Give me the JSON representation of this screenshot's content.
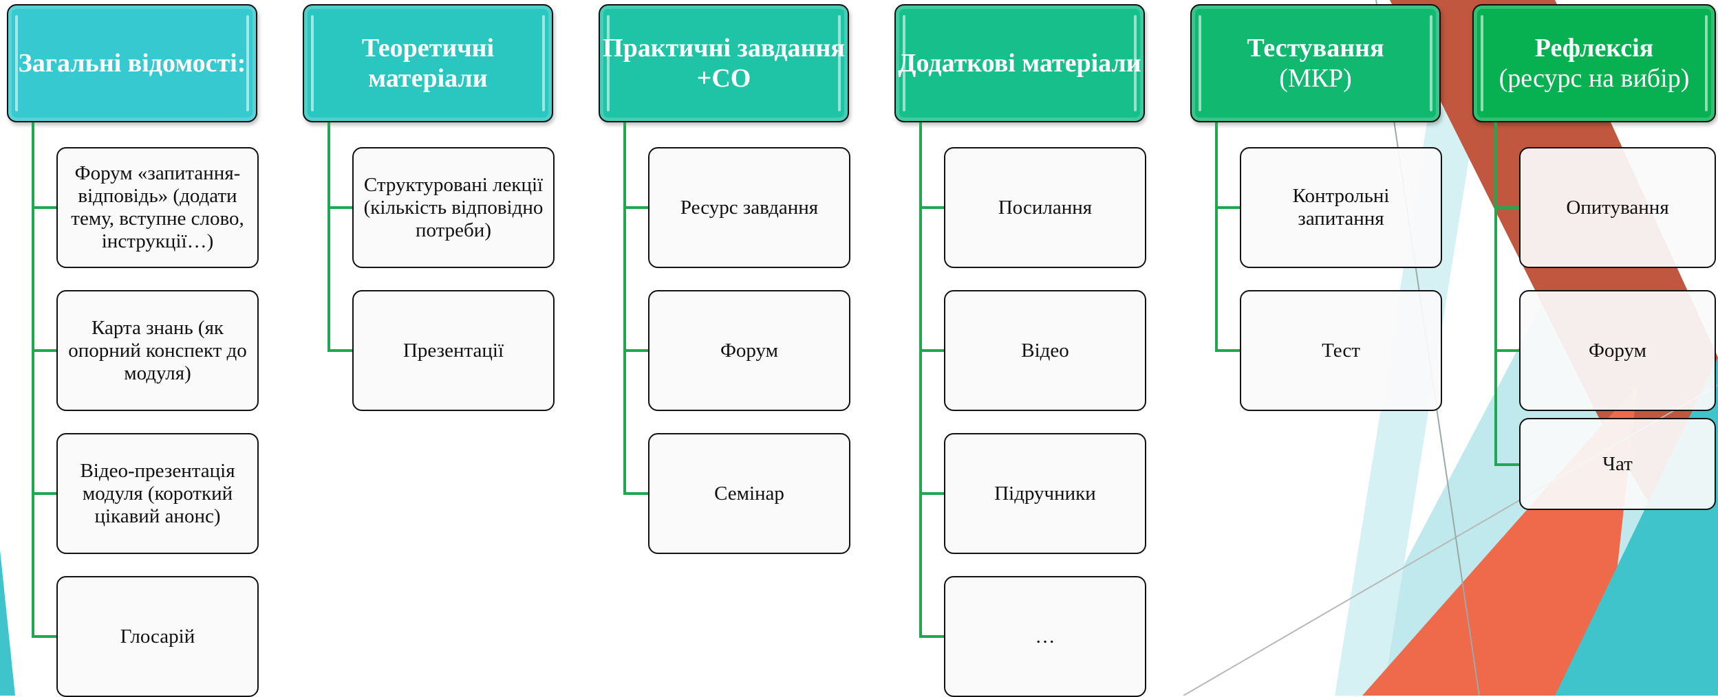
{
  "colors": {
    "header_gradient": [
      "#36c9cf",
      "#2ac6c0",
      "#1fc3a6",
      "#17bf8a",
      "#10b870",
      "#07b152"
    ],
    "connector": "#1fa84f",
    "shape_dark_red": "#c0573e",
    "shape_orange": "#ee6a4a",
    "shape_teal_light": "#bfe9ec",
    "shape_teal": "#3fc4cc"
  },
  "columns": [
    {
      "title": "Загальні відомості:",
      "subtitle": "",
      "items": [
        "Форум «запитання-відповідь» (додати тему, вступне слово, інструкції…)",
        "Карта знань (як опорний конспект до модуля)",
        "Відео-презентація модуля (короткий цікавий анонс)",
        "Глосарій"
      ]
    },
    {
      "title": "Теоретичні матеріали",
      "subtitle": "",
      "items": [
        "Структуровані лекції (кількість відповідно потреби)",
        "Презентації"
      ]
    },
    {
      "title": "Практичні завдання +СО",
      "subtitle": "",
      "items": [
        "Ресурс завдання",
        "Форум",
        "Семінар"
      ]
    },
    {
      "title": "Додаткові матеріали",
      "subtitle": "",
      "items": [
        "Посилання",
        "Відео",
        "Підручники",
        "…"
      ]
    },
    {
      "title": "Тестування",
      "subtitle": "(МКР)",
      "items": [
        "Контрольні запитання",
        "Тест"
      ]
    },
    {
      "title": "Рефлексія",
      "subtitle": "(ресурс на вибір)",
      "items": [
        "Опитування",
        "Форум",
        "Чат"
      ]
    }
  ]
}
